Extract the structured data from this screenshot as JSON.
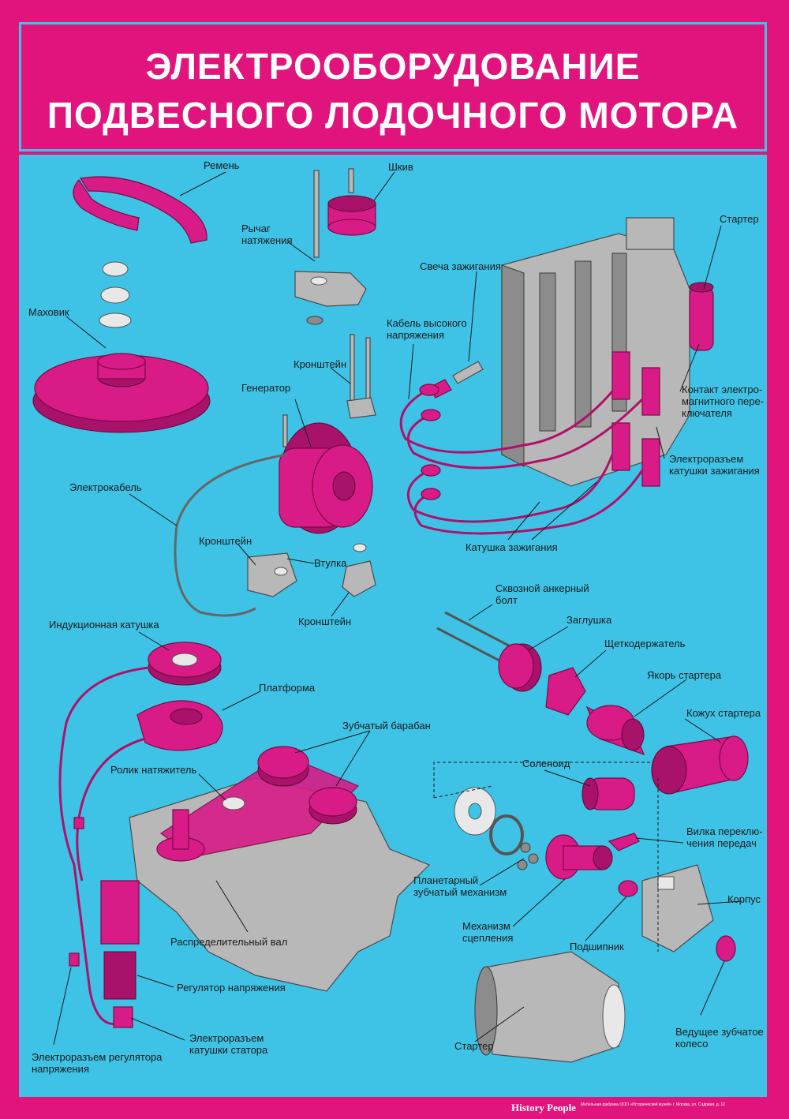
{
  "poster": {
    "title_line1": "ЭЛЕКТРООБОРУДОВАНИЕ",
    "title_line2": "ПОДВЕСНОГО ЛОДОЧНОГО МОТОРА",
    "colors": {
      "frame": "#e0147c",
      "background": "#3ec3e6",
      "part_magenta": "#d81b87",
      "part_grey": "#b5b5b5",
      "text": "#1a1a1a",
      "title_text": "#ffffff"
    }
  },
  "labels": {
    "belt": "Ремень",
    "pulley": "Шкив",
    "tension_lever": "Рычаг\nнатяжения",
    "flywheel": "Маховик",
    "bracket_top": "Кронштейн",
    "generator": "Генератор",
    "cable": "Электрокабель",
    "bracket_left": "Кронштейн",
    "bushing": "Втулка",
    "bracket_bottom": "Кронштейн",
    "spark_plug": "Свеча зажигания",
    "hv_cable": "Кабель высокого\nнапряжения",
    "starter_top": "Стартер",
    "relay_contact": "Контакт электро-\nмагнитного пере-\nключателя",
    "coil_connector": "Электроразъем\nкатушки зажигания",
    "ignition_coil": "Катушка зажигания",
    "induction_coil": "Индукционная катушка",
    "platform": "Платформа",
    "toothed_drum": "Зубчатый барабан",
    "tension_roller": "Ролик натяжитель",
    "camshaft": "Распределительный вал",
    "voltage_regulator": "Регулятор напряжения",
    "stator_connector": "Электроразъем\nкатушки статора",
    "regulator_connector": "Электроразъем регулятора\nнапряжения",
    "through_bolt": "Сквозной анкерный\nболт",
    "plug": "Заглушка",
    "brush_holder": "Щеткодержатель",
    "starter_armature": "Якорь стартера",
    "starter_housing": "Кожух стартера",
    "solenoid": "Соленоид",
    "shift_fork": "Вилка переклю-\nчения передач",
    "planetary_gear": "Планетарный\nзубчатый механизм",
    "clutch": "Механизм\nсцепления",
    "bearing": "Подшипник",
    "case": "Корпус",
    "drive_gear": "Ведущее зубчатое\nколесо",
    "starter_bottom": "Стартер"
  },
  "footer": {
    "brand": "History People",
    "small_print": "Мебельная фабрика ООО «Исторический музей» г. Москва, ул. Садовая, д. 12"
  }
}
